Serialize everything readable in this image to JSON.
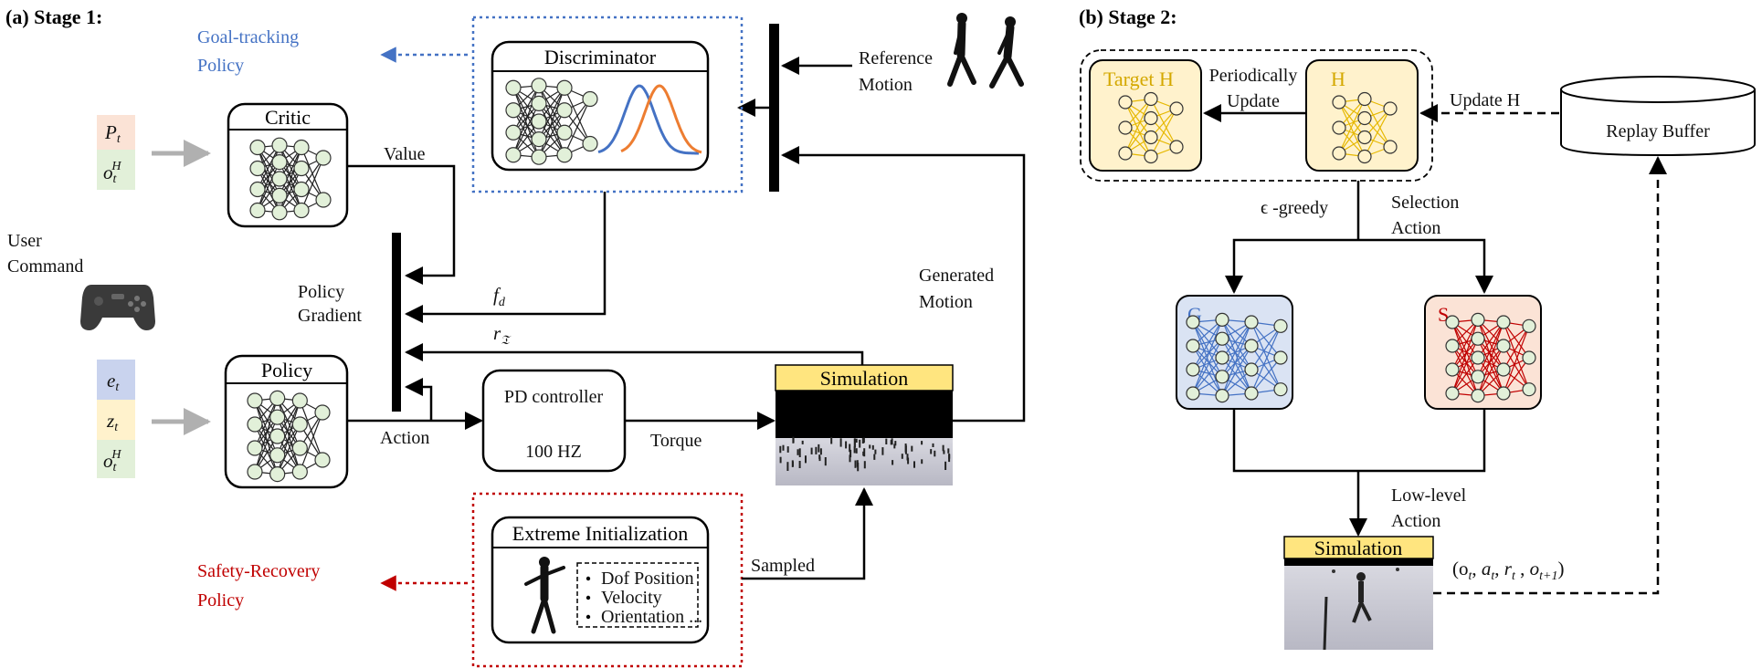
{
  "stage1": {
    "title": "(a) Stage 1:",
    "goal_tracking_policy": [
      "Goal-tracking",
      "Policy"
    ],
    "safety_recovery_policy": [
      "Safety-Recovery",
      "Policy"
    ],
    "critic": "Critic",
    "policy": "Policy",
    "discriminator": "Discriminator",
    "value_label": "Value",
    "policy_gradient": [
      "Policy",
      "Gradient"
    ],
    "user_command": [
      "User",
      "Command"
    ],
    "action_label": "Action",
    "torque_label": "Torque",
    "pd_controller": [
      "PD controller",
      "100 HZ"
    ],
    "simulation": "Simulation",
    "reference_motion": [
      "Reference",
      "Motion"
    ],
    "generated_motion": [
      "Generated",
      "Motion"
    ],
    "sampled_label": "Sampled",
    "extreme_init": "Extreme Initialization",
    "init_items": [
      "Dof Position",
      "Velocity",
      "Orientation ..."
    ],
    "critic_inputs": [
      "P",
      "o"
    ],
    "policy_inputs": [
      "e",
      "z",
      "o"
    ],
    "f_d": "f",
    "r_label": "r"
  },
  "stage2": {
    "title": "(b) Stage 2:",
    "target_h": "Target H",
    "h": "H",
    "periodically_update": [
      "Periodically",
      "Update"
    ],
    "update_h": "Update H",
    "replay_buffer": "Replay Buffer",
    "eps_greedy": "ϵ -greedy",
    "selection_action": [
      "Selection",
      "Action"
    ],
    "g": "G",
    "s": "S",
    "low_level_action": [
      "Low-level",
      "Action"
    ],
    "simulation": "Simulation",
    "transition": "(o",
    "transition_parts": [
      "a",
      "r",
      "o"
    ]
  },
  "colors": {
    "blue": "#4472c4",
    "red": "#c00000",
    "gold": "#e6b800",
    "orange": "#ed7d31"
  }
}
